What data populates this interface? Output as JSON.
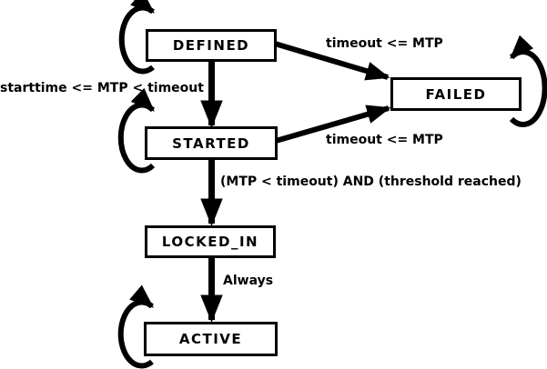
{
  "colors": {
    "background": "#ffffff",
    "line": "#000000",
    "box_fill": "#ffffff",
    "box_border": "#000000",
    "text": "#000000"
  },
  "states": {
    "defined": {
      "label": "DEFINED"
    },
    "started": {
      "label": "STARTED"
    },
    "failed": {
      "label": "FAILED"
    },
    "locked_in": {
      "label": "LOCKED_IN"
    },
    "active": {
      "label": "ACTIVE"
    }
  },
  "transitions": {
    "defined_to_failed": {
      "from": "DEFINED",
      "to": "FAILED",
      "label": "timeout <= MTP"
    },
    "started_to_failed": {
      "from": "STARTED",
      "to": "FAILED",
      "label": "timeout <= MTP"
    },
    "defined_to_started": {
      "from": "DEFINED",
      "to": "STARTED",
      "label": "starttime <= MTP < timeout"
    },
    "started_to_locked_in": {
      "from": "STARTED",
      "to": "LOCKED_IN",
      "label": "(MTP < timeout) AND (threshold reached)"
    },
    "locked_in_to_active": {
      "from": "LOCKED_IN",
      "to": "ACTIVE",
      "label": "Always"
    },
    "defined_self": {
      "from": "DEFINED",
      "to": "DEFINED",
      "label": ""
    },
    "started_self": {
      "from": "STARTED",
      "to": "STARTED",
      "label": ""
    },
    "failed_self": {
      "from": "FAILED",
      "to": "FAILED",
      "label": ""
    },
    "active_self": {
      "from": "ACTIVE",
      "to": "ACTIVE",
      "label": ""
    }
  }
}
